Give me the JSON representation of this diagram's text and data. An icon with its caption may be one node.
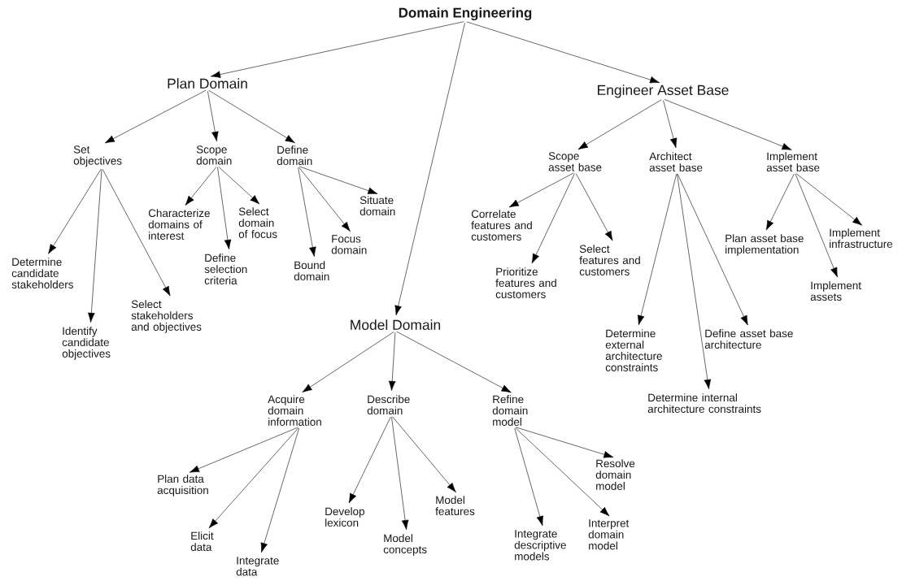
{
  "diagram": {
    "nodes": [
      {
        "text": [
          "Domain Engineering"
        ]
      },
      {
        "text": [
          "Plan Domain"
        ]
      },
      {
        "text": [
          "Set objectives"
        ]
      },
      {
        "text": [
          "Scope domain"
        ]
      },
      {
        "text": [
          "Define domain"
        ]
      },
      {
        "text": [
          "Determine candidate stakeholders"
        ]
      },
      {
        "text": [
          "Identify candidate objectives"
        ]
      },
      {
        "text": [
          "Select stakeholders and objectives"
        ]
      },
      {
        "text": [
          "Characterize domains of interest"
        ]
      },
      {
        "text": [
          "Define selection criteria"
        ]
      },
      {
        "text": [
          "Select domain of focus"
        ]
      },
      {
        "text": [
          "Bound domain"
        ]
      },
      {
        "text": [
          "Focus domain"
        ]
      },
      {
        "text": [
          "Situate domain"
        ]
      },
      {
        "text": [
          "Model Domain"
        ]
      },
      {
        "text": [
          "Acquire domain information"
        ]
      },
      {
        "text": [
          "Describe domain"
        ]
      },
      {
        "text": [
          "Refine domain model"
        ]
      },
      {
        "text": [
          "Plan data acquisition"
        ]
      },
      {
        "text": [
          "Elicit data"
        ]
      },
      {
        "text": [
          "Integrate data"
        ]
      },
      {
        "text": [
          "Develop lexicon"
        ]
      },
      {
        "text": [
          "Model concepts"
        ]
      },
      {
        "text": [
          "Model features"
        ]
      },
      {
        "text": [
          "Integrate descriptive models"
        ]
      },
      {
        "text": [
          "Interpret domain model"
        ]
      },
      {
        "text": [
          "Resolve domain model"
        ]
      },
      {
        "text": [
          "Engineer Asset Base"
        ]
      },
      {
        "text": [
          "Scope asset base"
        ]
      },
      {
        "text": [
          "Architect asset base"
        ]
      },
      {
        "text": [
          "Implement asset base"
        ]
      },
      {
        "text": [
          "Correlate features and customers"
        ]
      },
      {
        "text": [
          "Prioritize features and customers"
        ]
      },
      {
        "text": [
          "Select features and customers"
        ]
      },
      {
        "text": [
          "Determine external architecture constraints"
        ]
      },
      {
        "text": [
          "Determine internal architecture constraints"
        ]
      },
      {
        "text": [
          "Define asset base architecture"
        ]
      },
      {
        "text": [
          "Plan asset base implementation"
        ]
      },
      {
        "text": [
          "Implement assets"
        ]
      },
      {
        "text": [
          "Implement infrastructure"
        ]
      }
    ],
    "edges": [
      {
        "from": 0,
        "to": 1,
        "arrow": "to"
      },
      {
        "from": 0,
        "to": 14,
        "arrow": "to"
      },
      {
        "from": 0,
        "to": 27,
        "arrow": "to"
      },
      {
        "from": 1,
        "to": 2,
        "arrow": "to"
      },
      {
        "from": 1,
        "to": 3,
        "arrow": "to"
      },
      {
        "from": 1,
        "to": 4,
        "arrow": "to"
      },
      {
        "from": 2,
        "to": 5,
        "arrow": "to"
      },
      {
        "from": 2,
        "to": 6,
        "arrow": "to"
      },
      {
        "from": 2,
        "to": 7,
        "arrow": "to"
      },
      {
        "from": 3,
        "to": 8,
        "arrow": "to"
      },
      {
        "from": 3,
        "to": 9,
        "arrow": "to"
      },
      {
        "from": 3,
        "to": 10,
        "arrow": "to"
      },
      {
        "from": 4,
        "to": 11,
        "arrow": "to"
      },
      {
        "from": 4,
        "to": 12,
        "arrow": "to"
      },
      {
        "from": 4,
        "to": 13,
        "arrow": "to"
      },
      {
        "from": 14,
        "to": 15,
        "arrow": "to"
      },
      {
        "from": 14,
        "to": 16,
        "arrow": "to"
      },
      {
        "from": 14,
        "to": 17,
        "arrow": "to"
      },
      {
        "from": 15,
        "to": 18,
        "arrow": "to"
      },
      {
        "from": 15,
        "to": 19,
        "arrow": "to"
      },
      {
        "from": 15,
        "to": 20,
        "arrow": "to"
      },
      {
        "from": 16,
        "to": 21,
        "arrow": "to"
      },
      {
        "from": 16,
        "to": 22,
        "arrow": "to"
      },
      {
        "from": 16,
        "to": 23,
        "arrow": "to"
      },
      {
        "from": 17,
        "to": 24,
        "arrow": "to"
      },
      {
        "from": 17,
        "to": 25,
        "arrow": "to"
      },
      {
        "from": 17,
        "to": 26,
        "arrow": "to"
      },
      {
        "from": 27,
        "to": 28,
        "arrow": "to"
      },
      {
        "from": 27,
        "to": 29,
        "arrow": "to"
      },
      {
        "from": 27,
        "to": 30,
        "arrow": "to"
      },
      {
        "from": 28,
        "to": 31,
        "arrow": "to"
      },
      {
        "from": 28,
        "to": 32,
        "arrow": "to"
      },
      {
        "from": 28,
        "to": 33,
        "arrow": "to"
      },
      {
        "from": 29,
        "to": 34,
        "arrow": "to"
      },
      {
        "from": 29,
        "to": 35,
        "arrow": "to"
      },
      {
        "from": 29,
        "to": 36,
        "arrow": "to"
      },
      {
        "from": 30,
        "to": 37,
        "arrow": "to"
      },
      {
        "from": 30,
        "to": 38,
        "arrow": "to"
      },
      {
        "from": 30,
        "to": 39,
        "arrow": "to"
      }
    ]
  }
}
